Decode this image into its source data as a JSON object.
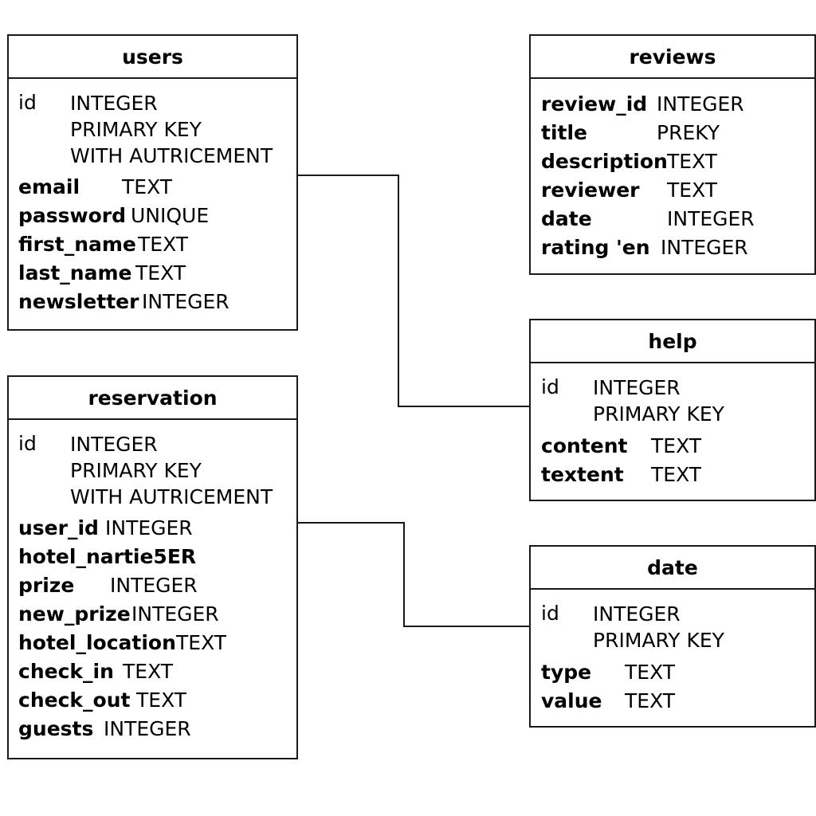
{
  "tables": {
    "users": {
      "name": "users",
      "fields": [
        {
          "name": "id",
          "type": [
            "INTEGER",
            "PRIMARY KEY",
            "WITH AUTRICEMENT"
          ]
        },
        {
          "name": "email",
          "type": "TEXT"
        },
        {
          "name": "password",
          "type": "UNIQUE"
        },
        {
          "name": "first_name",
          "type": "TEXT"
        },
        {
          "name": "last_name",
          "type": "TEXT"
        },
        {
          "name": "newsletter",
          "type": "INTEGER"
        }
      ]
    },
    "reservation": {
      "name": "reservation",
      "fields": [
        {
          "name": "id",
          "type": [
            "INTEGER",
            "PRIMARY KEY",
            "WITH AUTRICEMENT"
          ]
        },
        {
          "name": "user_id",
          "type": "INTEGER"
        },
        {
          "name": "hotel_nartie5ER",
          "type": ""
        },
        {
          "name": "prize",
          "type": "INTEGER"
        },
        {
          "name": "new_prize",
          "type": "INTEGER"
        },
        {
          "name": "hotel_location",
          "type": "TEXT"
        },
        {
          "name": "check_in",
          "type": "TEXT"
        },
        {
          "name": "check_out",
          "type": "TEXT"
        },
        {
          "name": "guests",
          "type": "INTEGER"
        }
      ]
    },
    "reviews": {
      "name": "reviews",
      "fields": [
        {
          "name": "review_id",
          "type": "INTEGER"
        },
        {
          "name": "title",
          "type": "PREKY"
        },
        {
          "name": "description",
          "type": "TEXT"
        },
        {
          "name": "reviewer",
          "type": "TEXT"
        },
        {
          "name": "date",
          "type": "INTEGER"
        },
        {
          "name": "rating 'en",
          "type": "INTEGER"
        }
      ]
    },
    "help": {
      "name": "help",
      "fields": [
        {
          "name": "id",
          "type": [
            "INTEGER",
            "PRIMARY KEY"
          ]
        },
        {
          "name": "content",
          "type": "TEXT"
        },
        {
          "name": "textent",
          "type": "TEXT"
        }
      ]
    },
    "date": {
      "name": "date",
      "fields": [
        {
          "name": "id",
          "type": [
            "INTEGER",
            "PRIMARY KEY"
          ]
        },
        {
          "name": "type",
          "type": "TEXT"
        },
        {
          "name": "value",
          "type": "TEXT"
        }
      ]
    }
  },
  "colors": {
    "line": "#1a1a1a",
    "background": "#ffffff"
  }
}
